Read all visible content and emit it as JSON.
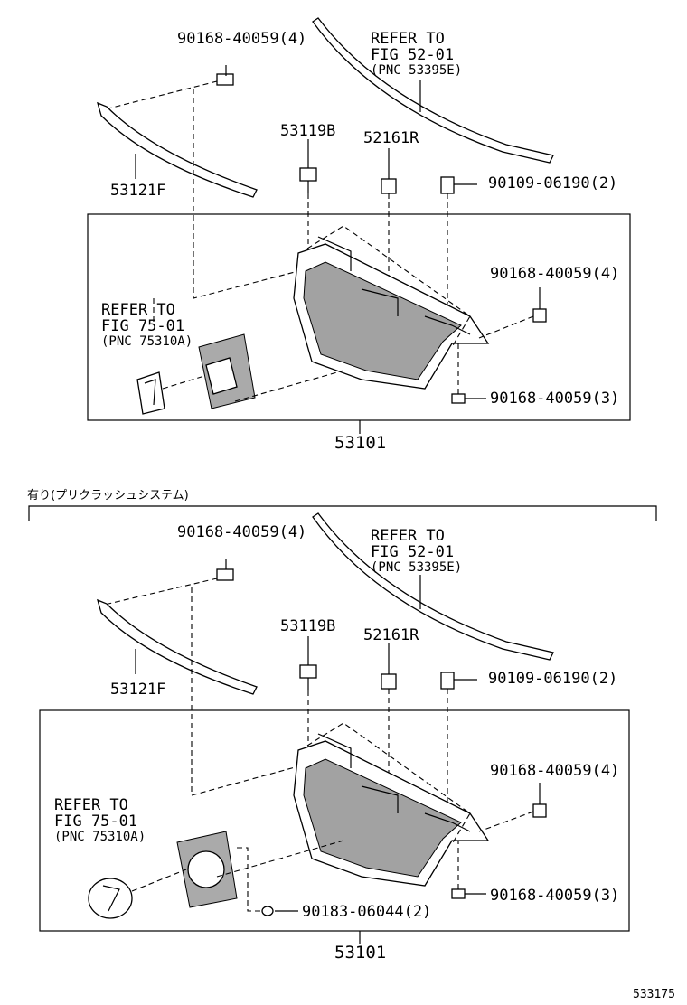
{
  "top": {
    "labels": {
      "bolt_a": "90168-40059(4)",
      "refer_52_l1": "REFER TO",
      "refer_52_l2": "FIG 52-01",
      "refer_52_l3": "(PNC 53395E)",
      "part_53119b": "53119B",
      "part_52161r": "52161R",
      "part_53121f": "53121F",
      "bolt_b": "90109-06190(2)",
      "bolt_c": "90168-40059(4)",
      "refer_75_l1": "REFER TO",
      "refer_75_l2": "FIG 75-01",
      "refer_75_l3": "(PNC 75310A)",
      "bolt_d": "90168-40059(3)",
      "assembly": "53101"
    }
  },
  "bottom": {
    "section_title": "有り(プリクラッシュシステム)",
    "labels": {
      "bolt_a": "90168-40059(4)",
      "refer_52_l1": "REFER TO",
      "refer_52_l2": "FIG 52-01",
      "refer_52_l3": "(PNC 53395E)",
      "part_53119b": "53119B",
      "part_52161r": "52161R",
      "part_53121f": "53121F",
      "bolt_b": "90109-06190(2)",
      "bolt_c": "90168-40059(4)",
      "refer_75_l1": "REFER TO",
      "refer_75_l2": "FIG 75-01",
      "refer_75_l3": "(PNC 75310A)",
      "bolt_d": "90168-40059(3)",
      "washer": "90183-06044(2)",
      "assembly": "53101"
    }
  },
  "figure_id": "533175"
}
